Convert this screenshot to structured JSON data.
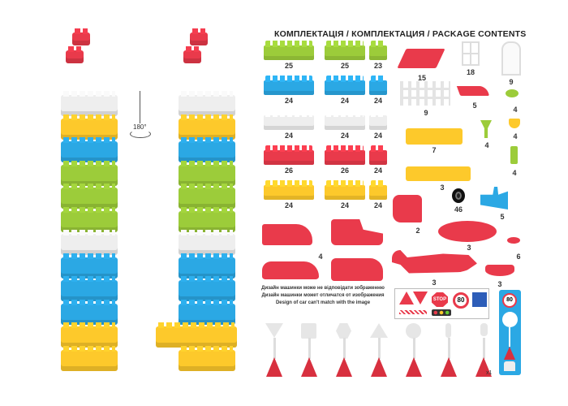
{
  "title": "КОМПЛЕКТАЦІЯ / КОМПЛЕКТАЦИЯ / PACKAGE CONTENTS",
  "rotation_label": "180°",
  "colors": {
    "green": "#9ccc3a",
    "blue": "#2ba8e4",
    "white": "#eeeeee",
    "red": "#e93a4b",
    "yellow": "#fdc92b"
  },
  "bricks": [
    {
      "color": "green",
      "counts": [
        "25",
        "25",
        "23"
      ]
    },
    {
      "color": "blue",
      "counts": [
        "24",
        "24",
        "24"
      ]
    },
    {
      "color": "white",
      "counts": [
        "24",
        "24",
        "24"
      ]
    },
    {
      "color": "red",
      "counts": [
        "26",
        "26",
        "24"
      ]
    },
    {
      "color": "yellow",
      "counts": [
        "24",
        "24",
        "24"
      ]
    }
  ],
  "parts": {
    "roof": "15",
    "window": "18",
    "door": "9",
    "fence": "9",
    "canopy": "5",
    "green_cap": "4",
    "green_funnel": "4",
    "yellow_cup": "4",
    "long_plate_7": "7",
    "green_bottle": "4",
    "long_plate_3": "3",
    "wheel": "46",
    "blue_seat": "5",
    "engine": "2",
    "cars": "4",
    "oval_base": "3",
    "propeller": "6",
    "plane": "3",
    "wing": "3"
  },
  "disclaimer": [
    "Дизайн машинки може не відповідати зображенню",
    "Дизайн машинки может отличатся от изображения",
    "Design of car can't match with the image"
  ],
  "sign_sheet": {
    "stop": "STOP",
    "speed": "80"
  },
  "card_speed": "80",
  "sign_sheet_count": "x1"
}
